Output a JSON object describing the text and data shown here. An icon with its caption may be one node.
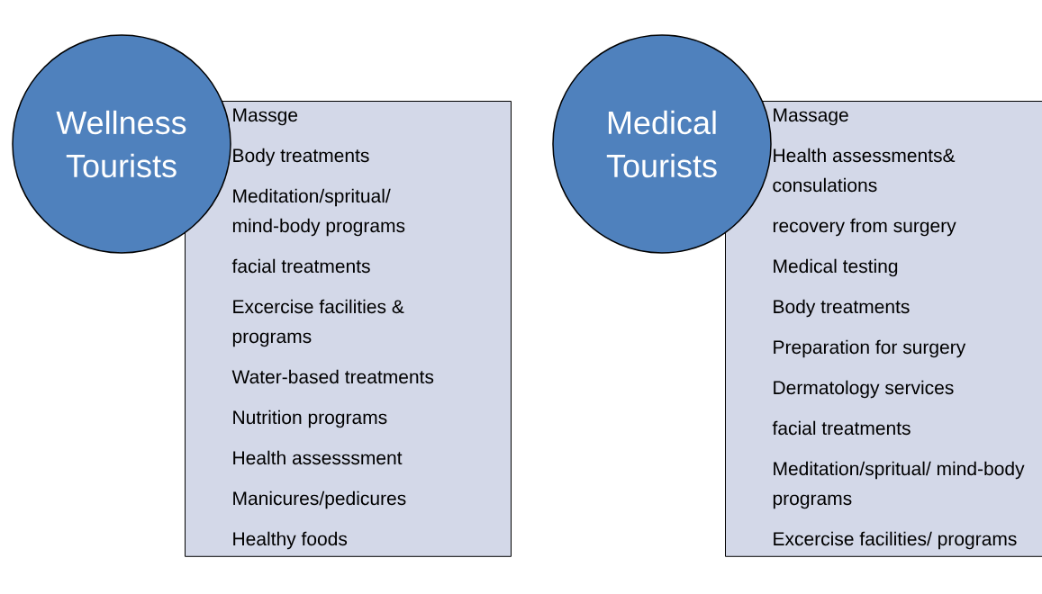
{
  "diagram": {
    "nodes": [
      {
        "text": [
          "Wellness Tourists"
        ]
      },
      {
        "text": [
          "Massge",
          "Body treatments",
          "Meditation/spritual/ mind-body programs",
          "facial treatments",
          "Excercise facilities & programs",
          "Water-based treatments",
          "Nutrition programs",
          "Health assesssment",
          "Manicures/pedicures",
          "Healthy foods"
        ]
      },
      {
        "text": [
          "Medical Tourists"
        ]
      },
      {
        "text": [
          "Massage",
          "Health assessments& consulations",
          "recovery from surgery",
          "Medical testing",
          "Body treatments",
          "Preparation for surgery",
          "Dermatology services",
          "facial treatments",
          "Meditation/spritual/ mind-body programs",
          "Excercise facilities/ programs"
        ]
      }
    ]
  }
}
